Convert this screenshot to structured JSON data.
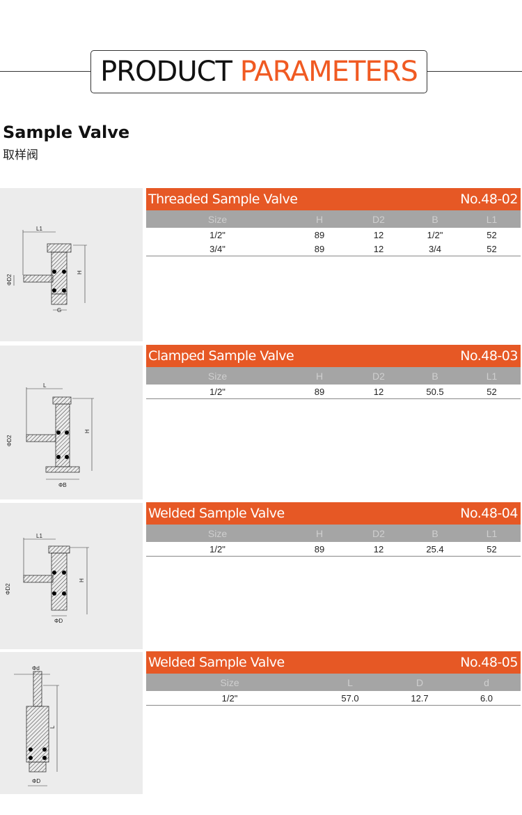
{
  "header": {
    "title_a": "PRODUCT",
    "title_b": "PARAMETERS"
  },
  "section": {
    "title": "Sample Valve",
    "subtitle": "取样阀"
  },
  "products": [
    {
      "name": "Threaded Sample Valve",
      "code": "No.48-02",
      "columns": [
        "Size",
        "H",
        "D2",
        "B",
        "L1"
      ],
      "rows": [
        [
          "1/2\"",
          "89",
          "12",
          "1/2\"",
          "52"
        ],
        [
          "3/4\"",
          "89",
          "12",
          "3/4",
          "52"
        ]
      ],
      "labels": {
        "top": "L1",
        "left": "ΦD2",
        "right": "H",
        "bottom": "G"
      }
    },
    {
      "name": "Clamped Sample Valve",
      "code": "No.48-03",
      "columns": [
        "Size",
        "H",
        "D2",
        "B",
        "L1"
      ],
      "rows": [
        [
          "1/2\"",
          "89",
          "12",
          "50.5",
          "52"
        ]
      ],
      "labels": {
        "top": "L",
        "left": "ΦD2",
        "right": "H",
        "bottom": "ΦB"
      }
    },
    {
      "name": "Welded Sample Valve",
      "code": "No.48-04",
      "columns": [
        "Size",
        "H",
        "D2",
        "B",
        "L1"
      ],
      "rows": [
        [
          "1/2\"",
          "89",
          "12",
          "25.4",
          "52"
        ]
      ],
      "labels": {
        "top": "L1",
        "left": "ΦD2",
        "right": "H",
        "bottom": "ΦD"
      }
    },
    {
      "name": "Welded Sample Valve",
      "code": "No.48-05",
      "columns": [
        "Size",
        "L",
        "D",
        "d"
      ],
      "rows": [
        [
          "1/2\"",
          "57.0",
          "12.7",
          "6.0"
        ]
      ],
      "labels": {
        "top": "Φd",
        "right": "L",
        "bottom": "ΦD"
      }
    }
  ],
  "colors": {
    "accent": "#e65825",
    "header_row": "#a5a5a5",
    "panel": "#ececec"
  }
}
